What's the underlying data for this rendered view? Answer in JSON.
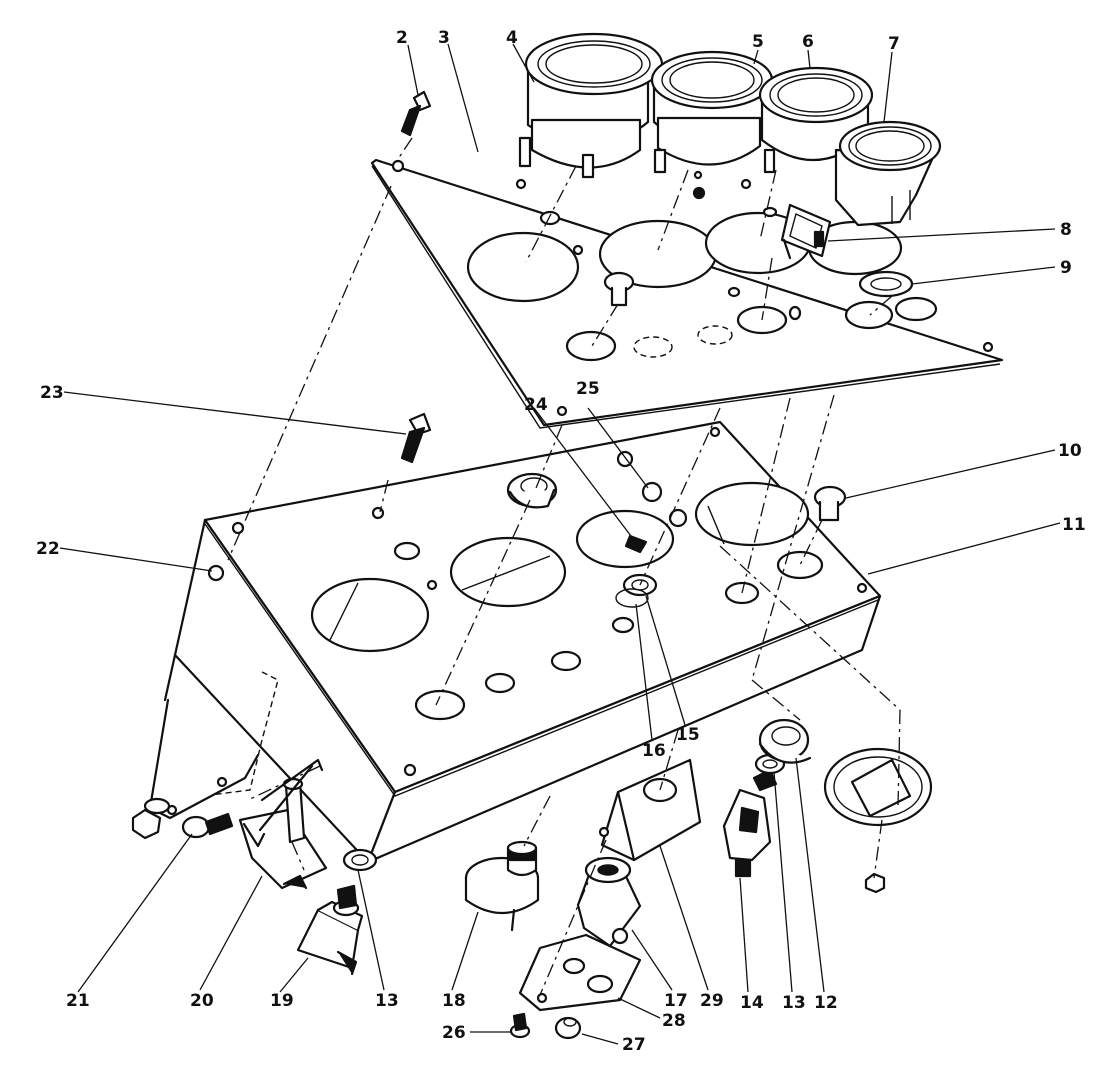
{
  "diagram": {
    "callouts": [
      "2",
      "3",
      "4",
      "5",
      "6",
      "7",
      "8",
      "9",
      "10",
      "11",
      "12",
      "13",
      "13",
      "14",
      "15",
      "16",
      "17",
      "18",
      "19",
      "20",
      "21",
      "22",
      "23",
      "24",
      "25",
      "26",
      "27",
      "28",
      "29"
    ],
    "colors": {
      "ink": "#111111",
      "paper": "#ffffff"
    }
  }
}
